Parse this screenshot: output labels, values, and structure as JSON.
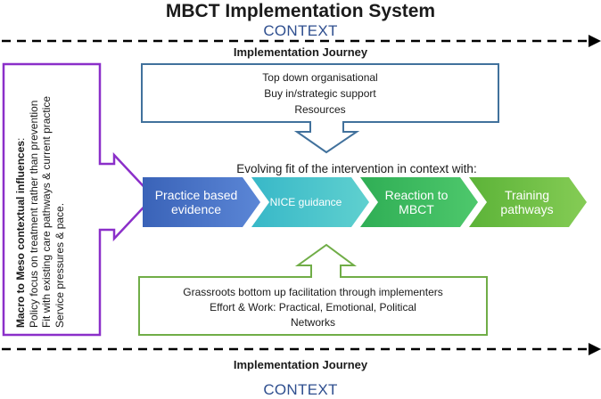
{
  "title": "MBCT Implementation System",
  "context_top": "CONTEXT",
  "context_bottom": "CONTEXT",
  "journey_top": "Implementation Journey",
  "journey_bottom": "Implementation Journey",
  "top_box": {
    "lines": [
      "Top down organisational",
      "Buy in/strategic support",
      "Resources"
    ]
  },
  "side_box": {
    "heading": "Macro to Meso contextual influences",
    "heading_suffix": ":",
    "lines": [
      "Policy focus on treatment rather than prevention",
      "Fit with existing care pathways & current practice",
      "Service pressures & pace."
    ]
  },
  "fit_heading": "Evolving fit of the intervention in context with:",
  "chevrons": [
    {
      "label": "Practice based evidence",
      "color": "#4472c4"
    },
    {
      "label": "NICE guidance",
      "color": "#3fbfc4"
    },
    {
      "label": "Reaction to MBCT",
      "color": "#3cb65a"
    },
    {
      "label": "Training pathways",
      "color": "#6fbf3f"
    }
  ],
  "bottom_box": {
    "lines": [
      "Grassroots bottom up facilitation through implementers",
      "Effort & Work: Practical, Emotional, Political",
      "Networks"
    ]
  },
  "colors": {
    "top_box_border": "#41719c",
    "side_box_border": "#8b2fc9",
    "bottom_box_border": "#70ad47",
    "context_text": "#2f4f8f",
    "dashed_line": "#000000"
  }
}
